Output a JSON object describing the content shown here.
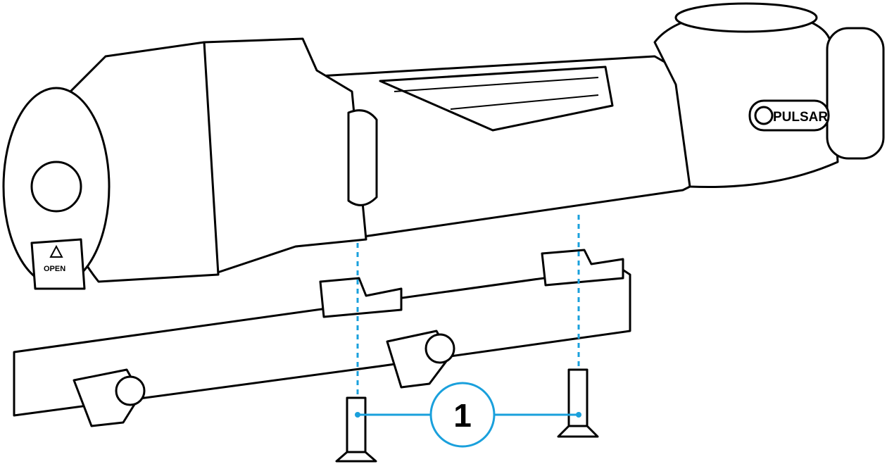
{
  "diagram": {
    "callout_label": "1",
    "brand_logo": "PULSAR",
    "cap_label": "OPEN",
    "accent_color": "#1aa0dc"
  }
}
